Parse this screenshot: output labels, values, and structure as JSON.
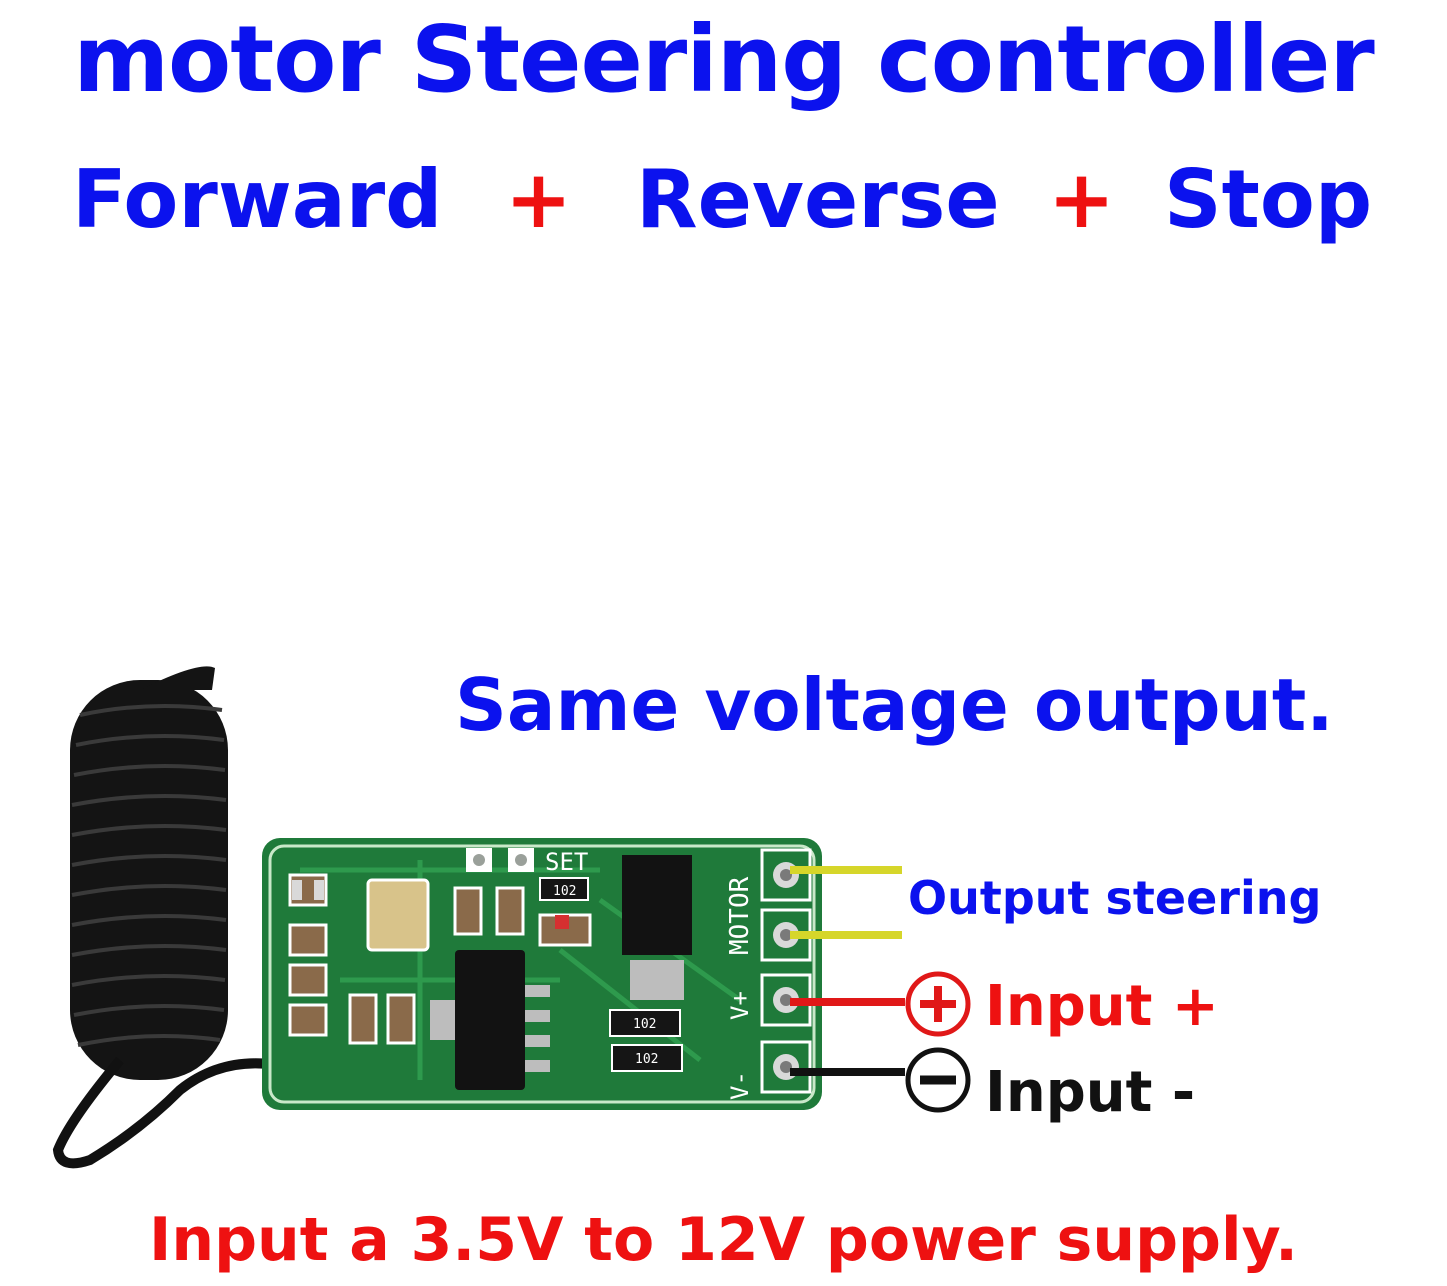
{
  "header": {
    "title": "motor Steering controller",
    "modes": [
      "Forward",
      "Reverse",
      "Stop"
    ],
    "separator": "+"
  },
  "subtitle": "Same voltage output.",
  "board": {
    "silkscreen": {
      "set": "SET",
      "motor": "MOTOR",
      "v_plus": "V+",
      "v_minus": "V-",
      "resistor_code": "102",
      "resistor_code_2": "102",
      "resistor_code_3": "102"
    }
  },
  "labels": {
    "output_steering": "Output steering",
    "input_plus": "Input +",
    "input_minus": "Input -",
    "plus_icon": "plus-circle-icon",
    "minus_icon": "minus-circle-icon"
  },
  "footer": "Input a 3.5V to 12V power supply.",
  "colors": {
    "blue_text": "#0b12ee",
    "red_text": "#ee1111",
    "pcb_green": "#1f7a3a",
    "wire_yellow": "#d6d62a",
    "wire_red": "#e01818",
    "wire_black": "#111111"
  }
}
